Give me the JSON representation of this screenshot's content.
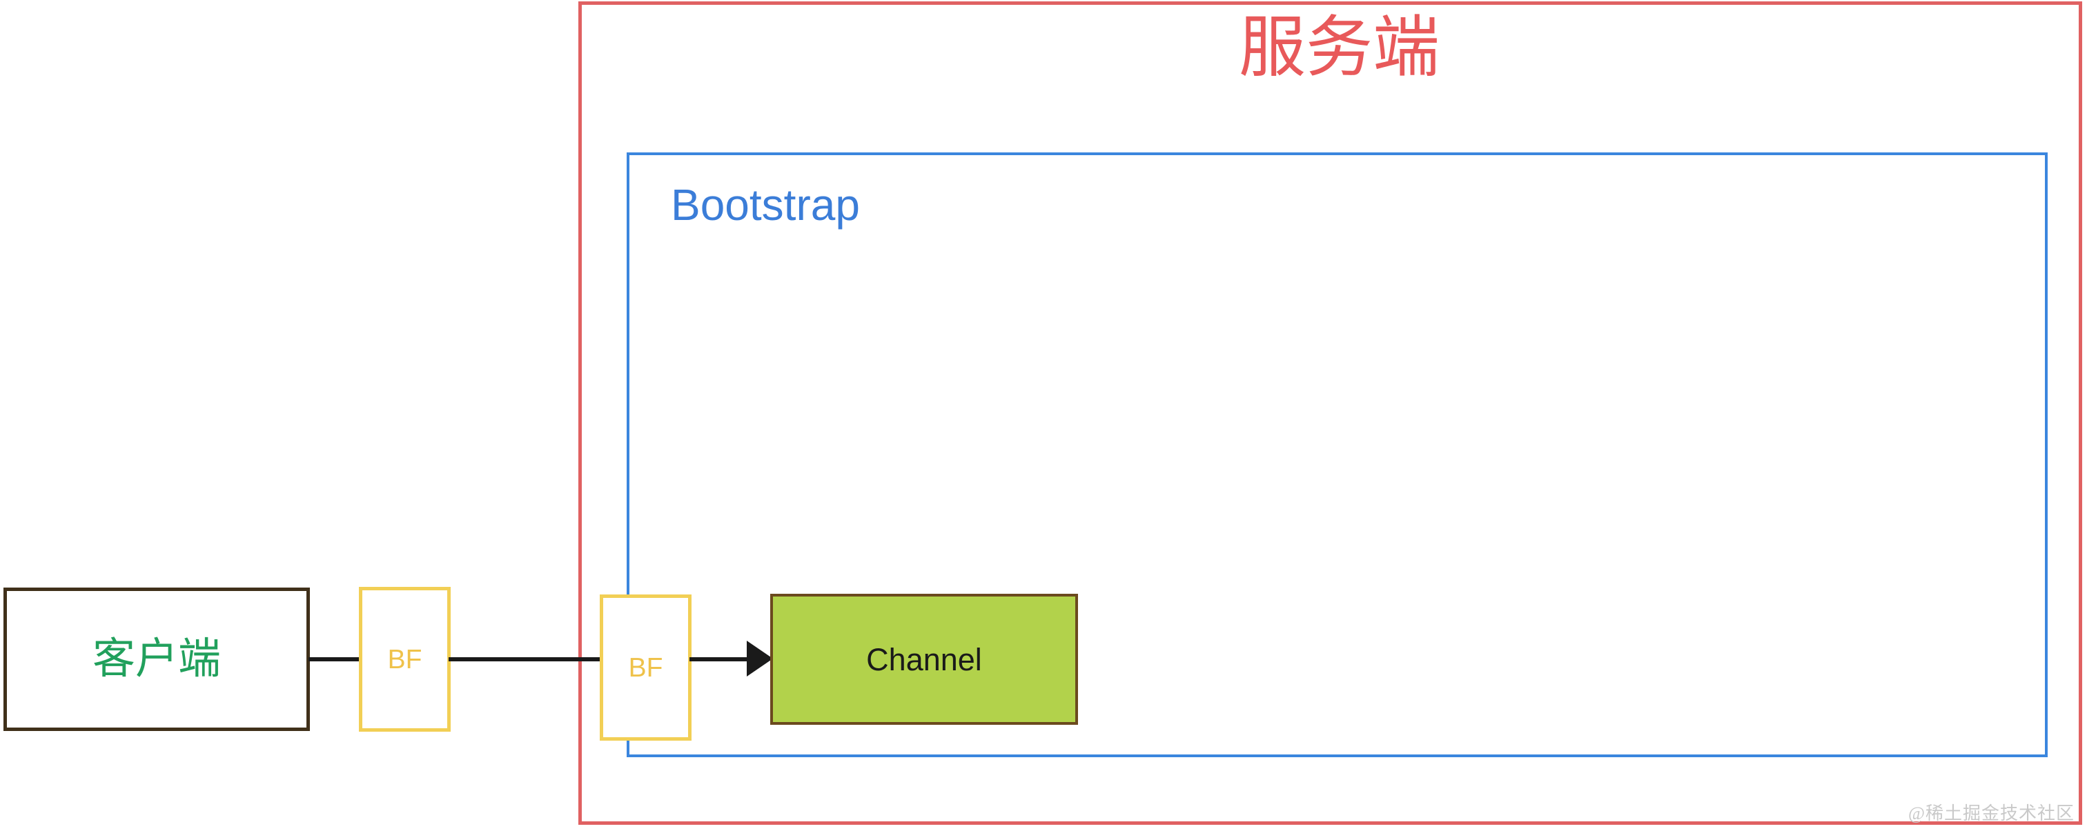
{
  "diagram": {
    "title": "服务端",
    "watermark": "@稀土掘金技术社区",
    "colors": {
      "server_border": "#e06162",
      "server_title": "#e8595a",
      "bootstrap_border": "#3b86de",
      "bootstrap_title": "#3b7dd8",
      "client_border": "#40301a",
      "client_text": "#21a05c",
      "bf_border": "#f2cf55",
      "bf_text": "#efc24a",
      "channel_fill": "#b2d24b",
      "channel_border": "#6b4a1e",
      "channel_text": "#1a1a1a",
      "connector": "#1a1a1a",
      "background": "#ffffff"
    },
    "containers": {
      "server": {
        "label": "服务端"
      },
      "bootstrap": {
        "label": "Bootstrap"
      }
    },
    "nodes": [
      {
        "id": "client",
        "label": "客户端"
      },
      {
        "id": "bf-outer",
        "label": "BF"
      },
      {
        "id": "bf-inner",
        "label": "BF"
      },
      {
        "id": "channel",
        "label": "Channel"
      }
    ],
    "edges": [
      {
        "from": "client",
        "to": "bf-outer",
        "arrow": false
      },
      {
        "from": "bf-outer",
        "to": "bf-inner",
        "arrow": false
      },
      {
        "from": "bf-inner",
        "to": "channel",
        "arrow": true
      }
    ]
  }
}
